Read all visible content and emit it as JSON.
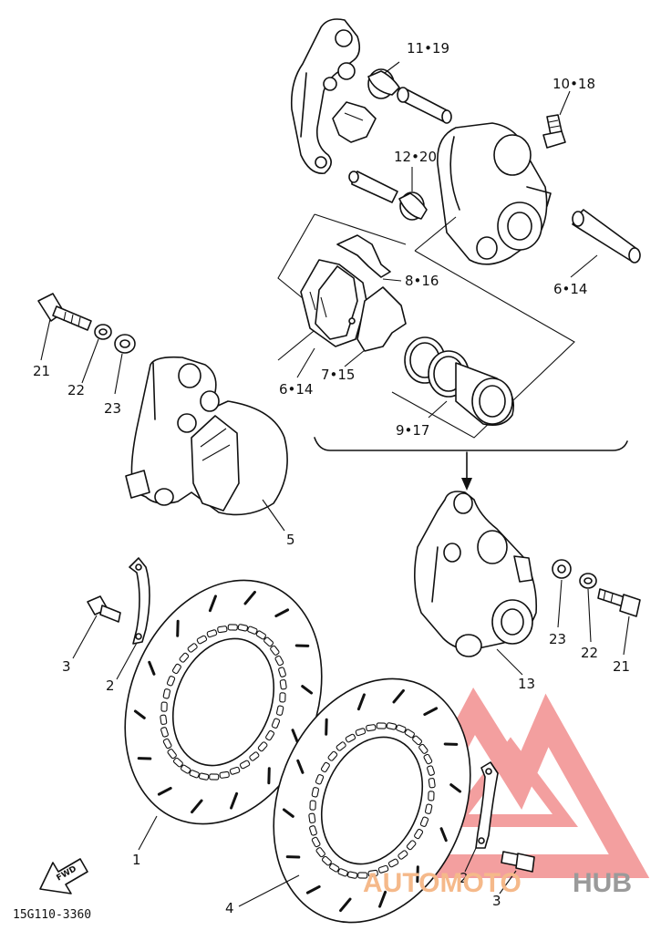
{
  "labels": {
    "p1": "1",
    "p2a": "2",
    "p2b": "2",
    "p3a": "3",
    "p3b": "3",
    "p4": "4",
    "p5": "5",
    "p13": "13",
    "p21a": "21",
    "p22a": "22",
    "p23a": "23",
    "p21b": "21",
    "p22b": "22",
    "p23b": "23",
    "p6_14a": "6•14",
    "p6_14b": "6•14",
    "p7_15": "7•15",
    "p8_16": "8•16",
    "p9_17": "9•17",
    "p10_18": "10•18",
    "p11_19": "11•19",
    "p12_20": "12•20"
  },
  "diagram_code": "15G110-3360",
  "fwd_label": "FWD",
  "watermark": {
    "part1": "AUTOMOTO",
    "part2": "HUB",
    "color_logo": "#f08080",
    "color_text2": "#9a9a9a"
  }
}
